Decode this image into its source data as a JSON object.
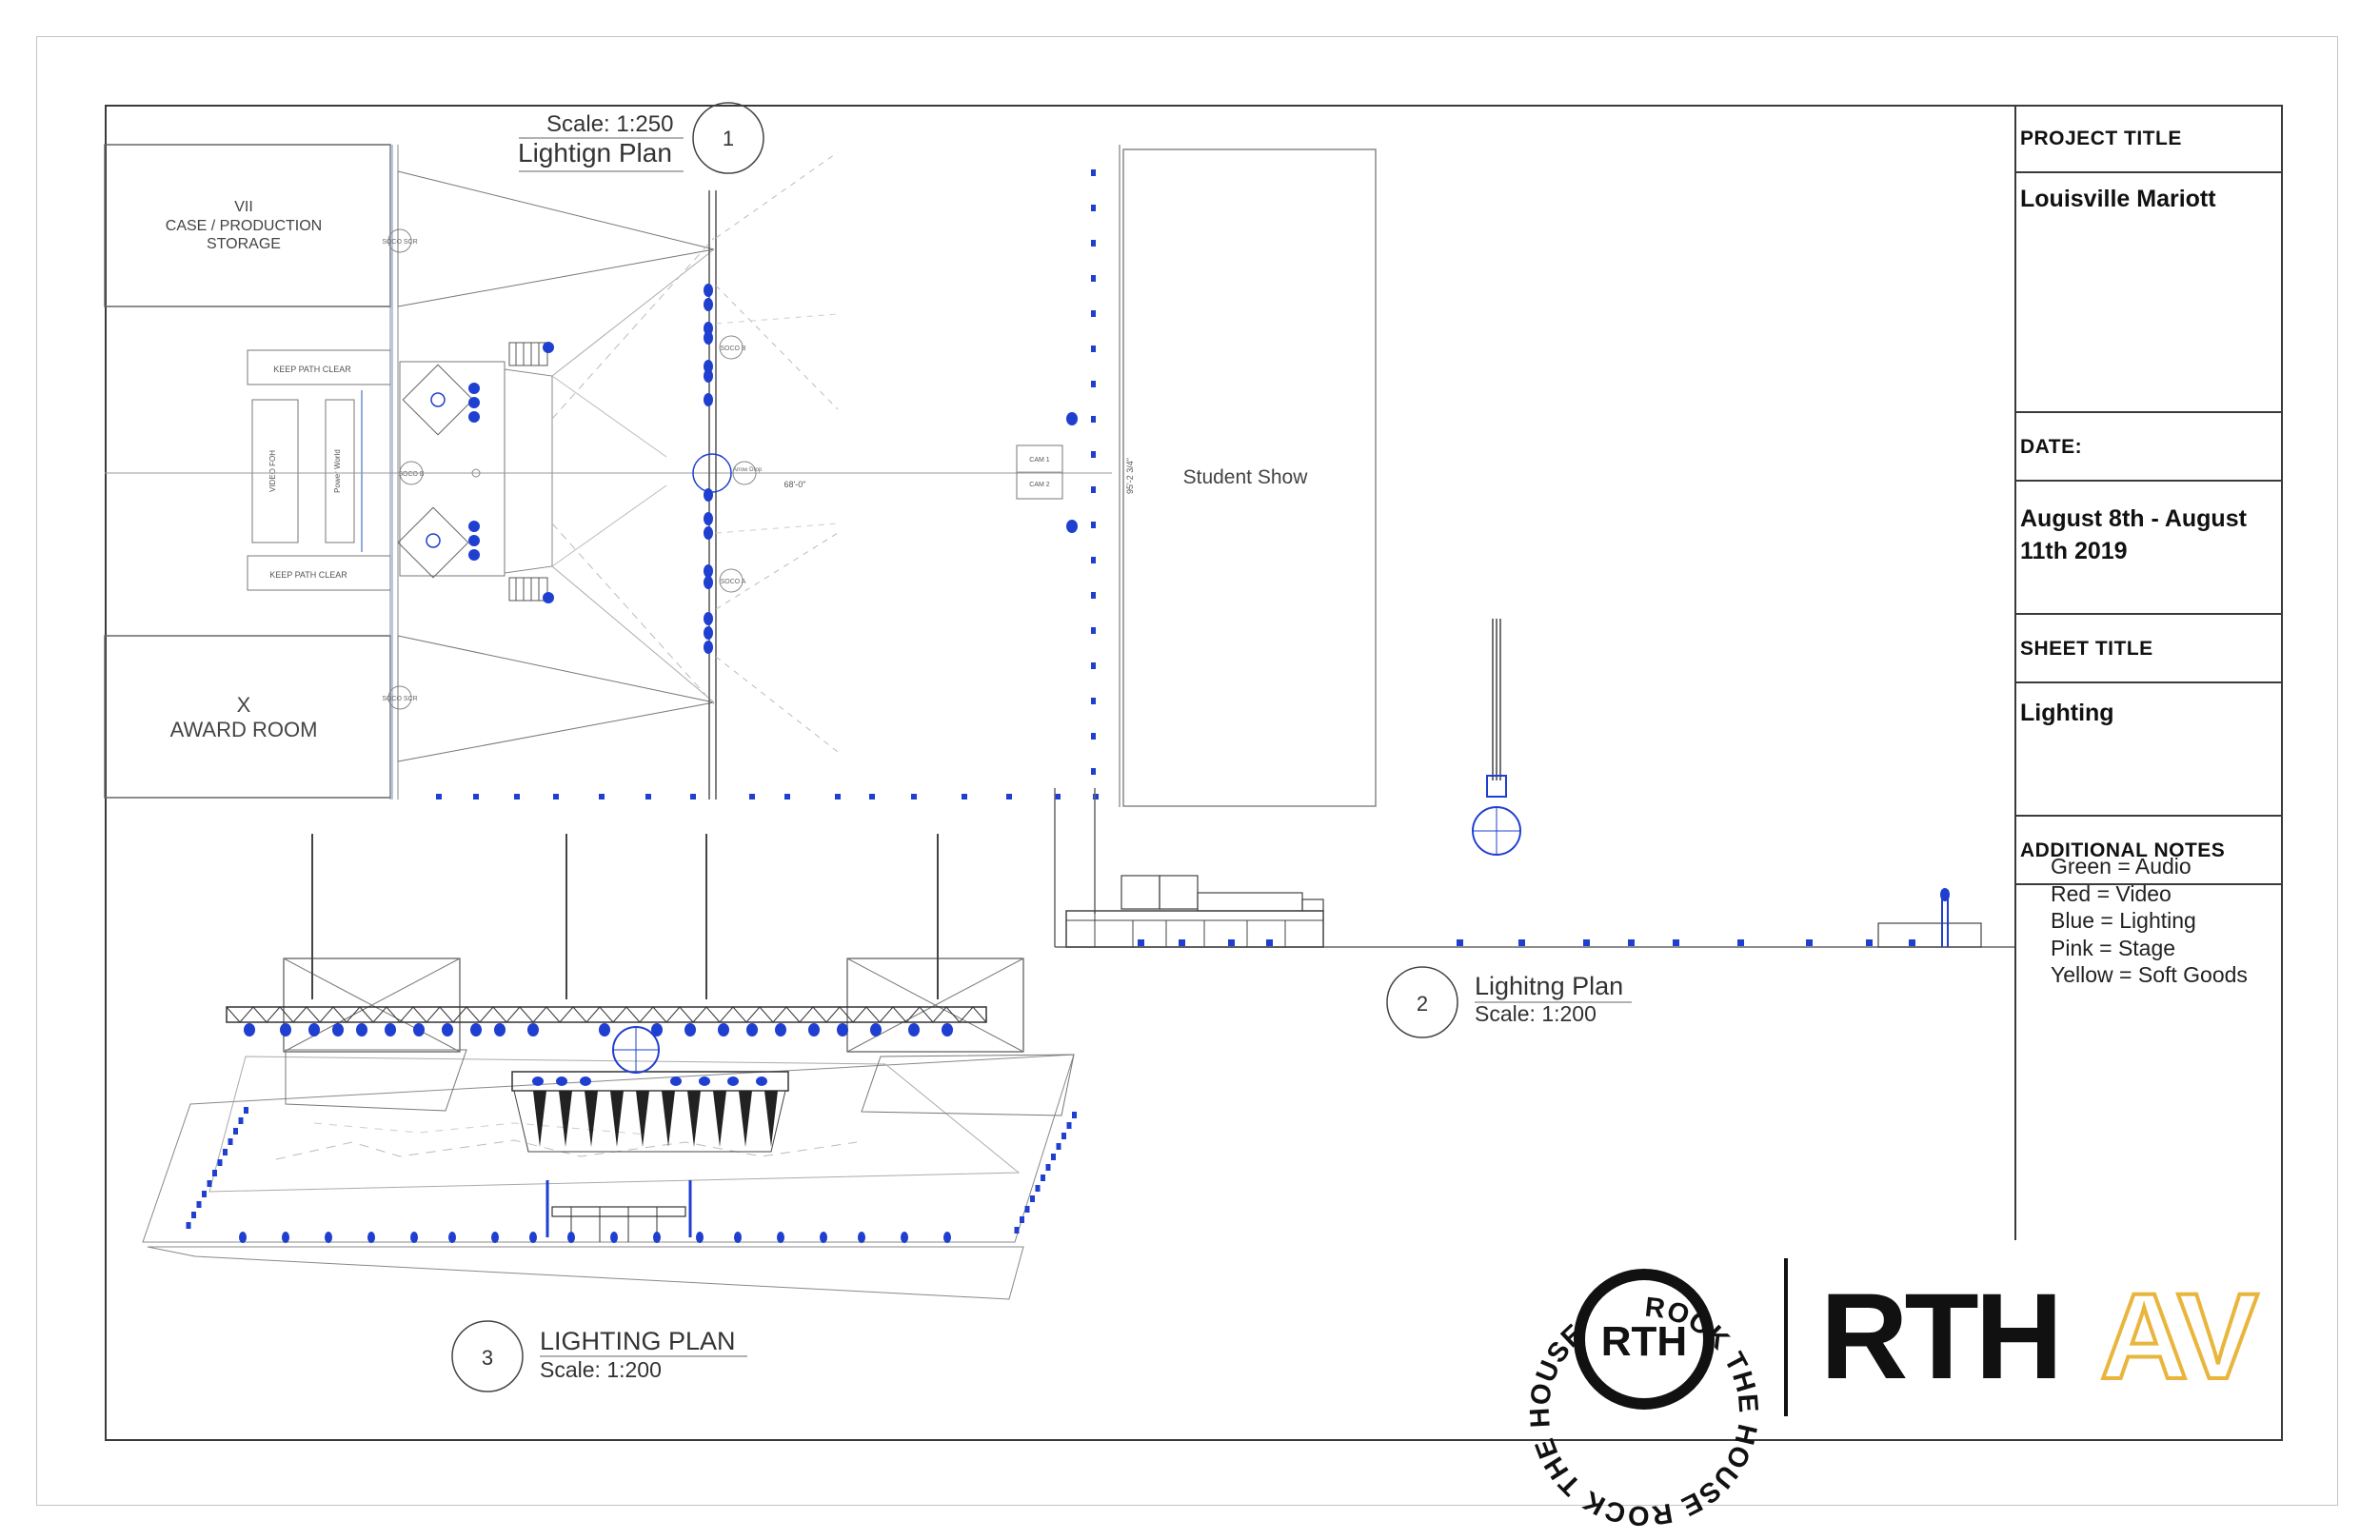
{
  "title_block": {
    "project_title_label": "PROJECT TITLE",
    "project_title": "Louisville Mariott",
    "date_label": "DATE:",
    "date_line1": "August 8th - August",
    "date_line2": "11th 2019",
    "sheet_title_label": "SHEET TITLE",
    "sheet_title": "Lighting",
    "additional_notes_label": "ADDITIONAL NOTES",
    "notes": [
      "Green = Audio",
      "Red = Video",
      "Blue = Lighting",
      "Pink = Stage",
      "Yellow = Soft Goods"
    ]
  },
  "view1": {
    "number": "1",
    "scale": "Scale: 1:250",
    "title": "Lightign Plan",
    "rooms": {
      "storage_line1": "VII",
      "storage_line2": "CASE / PRODUCTION",
      "storage_line3": "STORAGE",
      "award_line1": "X",
      "award_line2": "AWARD ROOM"
    },
    "screen_label": "Student Show",
    "keep_path_top": "KEEP PATH CLEAR",
    "keep_path_bottom": "KEEP PATH CLEAR",
    "video_foh": "VIDEO FOH",
    "power_world": "Power World",
    "cam1": "CAM 1",
    "cam2": "CAM 2",
    "distance": "68'-0\"",
    "screen_width": "95'-2 3/4\"",
    "soco_b_left": "SOCO B",
    "soco_b_truss": "SOCO B",
    "soco_a_truss": "SOCO A",
    "soco_top": "SOCO SCR",
    "soco_bottom": "SOCO SCR",
    "arrow_drop": "Arrow Drop"
  },
  "view2": {
    "number": "2",
    "title": "Lighitng Plan",
    "scale": "Scale: 1:200"
  },
  "view3": {
    "number": "3",
    "title": "LIGHTING PLAN",
    "scale": "Scale: 1:200"
  },
  "logo": {
    "ring_text": "ROCK THE HOUSE ROCK THE HOUSE",
    "center": "RTH",
    "wordmark_main": "RTH",
    "wordmark_accent": "AV",
    "accent_color": "#e9b53c"
  },
  "colors": {
    "lighting_blue": "#1f3fd0",
    "line_gray": "#8a8a8a"
  }
}
